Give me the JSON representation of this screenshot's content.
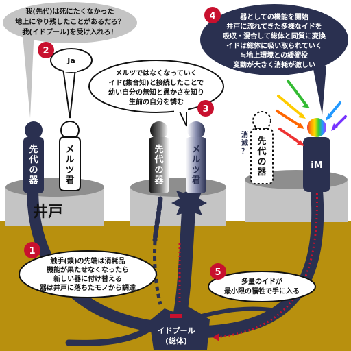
{
  "bubbles": {
    "top_left": [
      "我(先代)は死にたくなかった",
      "地上にやり残したことがあるだろ？",
      "我(イドプール)を受け入れろ！"
    ],
    "ja": "Ja",
    "middle": [
      "メルツではなくなっていく",
      "イド(集合知)と接続したことで",
      "幼い自分の無知と愚かさを知り",
      "生前の自分を憐む"
    ],
    "top_right": [
      "器としての機能を開始",
      "井戸に流れてきた多様なイドを",
      "吸収・混合して総体と同質に変換",
      "イドは総体に吸い取られていく",
      "≒地上環境との緩衝役",
      "変動が大きく消耗が激しい"
    ],
    "note1": [
      "触手(鎖)の先端は消耗品",
      "機能が果たせなくなったら",
      "新しい器に付け替える",
      "器は井戸に落ちたモノから調達"
    ],
    "note5": [
      "多量のイドが",
      "最小限の犠牲で手に入る"
    ]
  },
  "badges": [
    "1",
    "2",
    "3",
    "4",
    "5"
  ],
  "figures": {
    "senndai": "先代の器",
    "merutsu": "メルツ君",
    "ghost_senndai": "先代の器",
    "im": "iM"
  },
  "labels": {
    "well": "井戸",
    "extinct": "消滅？",
    "pool": [
      "イドプール",
      "(総体)"
    ]
  },
  "colors": {
    "navy": "#2a3050",
    "gold": "#b8900e",
    "gray": "#c4c4c4",
    "dark_gray": "#8e8e8e",
    "badge": "#c8102e"
  }
}
